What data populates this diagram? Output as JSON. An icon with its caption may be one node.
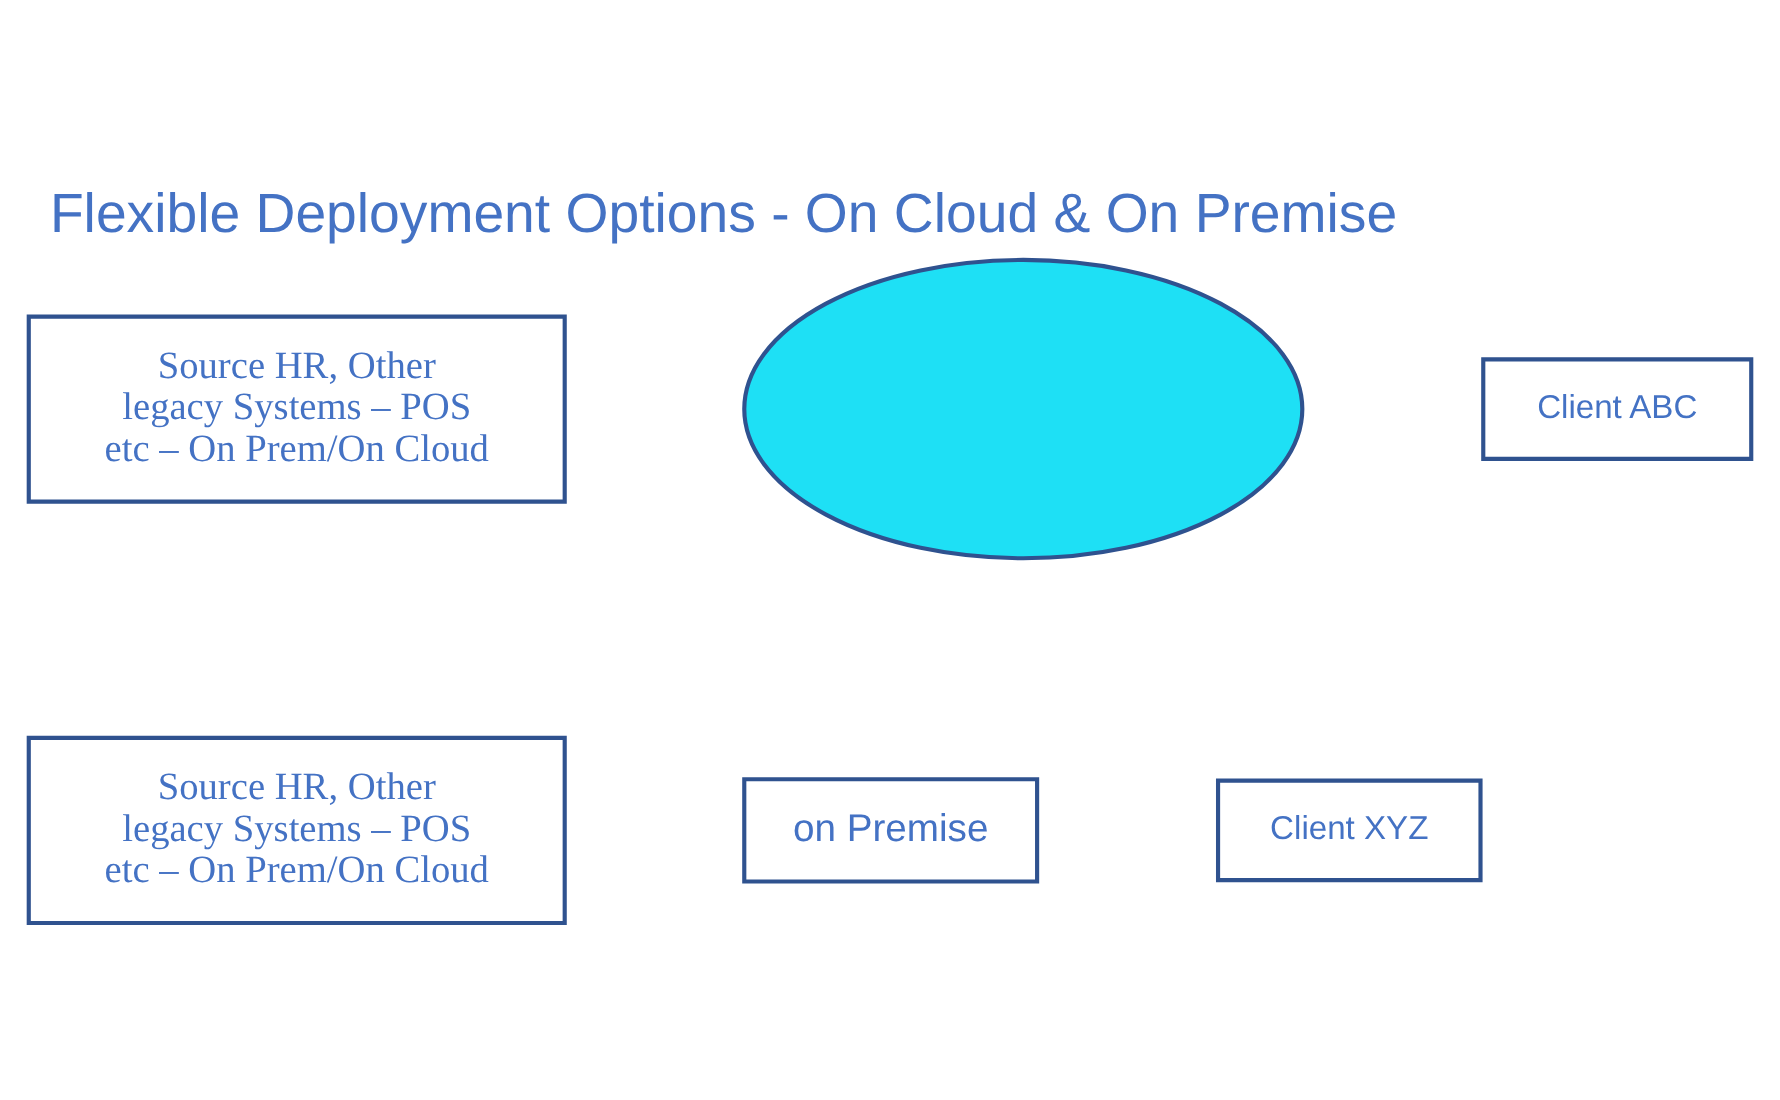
{
  "diagram": {
    "title": "Flexible Deployment Options - On Cloud & On Premise",
    "nodes": [
      {
        "text": [
          "Source HR, Other legacy Systems – POS etc – On Prem/On Cloud"
        ]
      },
      {
        "text": [],
        "shape": "cloud"
      },
      {
        "text": [
          "Client ABC"
        ]
      },
      {
        "text": [
          "Source HR, Other legacy Systems – POS etc – On Prem/On Cloud"
        ]
      },
      {
        "text": [
          "on Premise"
        ]
      },
      {
        "text": [
          "Client XYZ"
        ]
      }
    ],
    "edges": []
  }
}
